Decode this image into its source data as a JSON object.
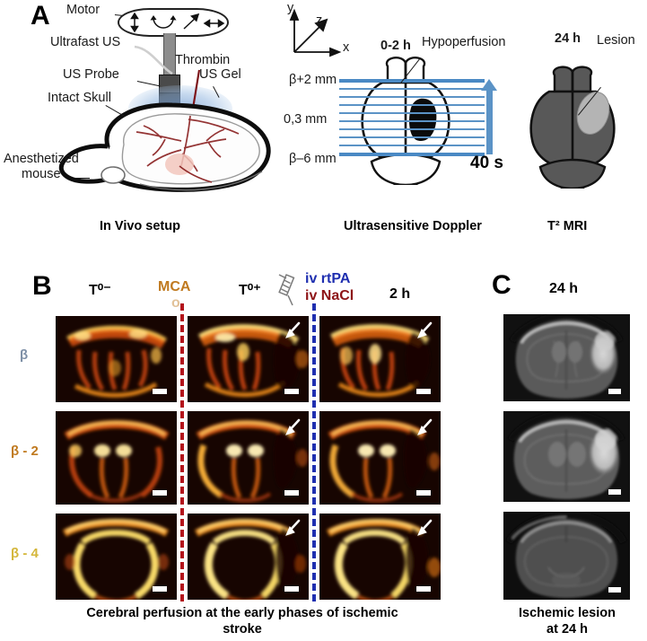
{
  "figure": {
    "panels": [
      {
        "letter": "A"
      },
      {
        "letter": "B"
      },
      {
        "letter": "C"
      }
    ]
  },
  "panelA": {
    "letter": "A",
    "setup": {
      "caption": "In Vivo setup",
      "labels": {
        "motor": "Motor",
        "ultrafast_us": "Ultrafast US",
        "us_probe": "US Probe",
        "intact_skull": "Intact Skull",
        "anesthetized_mouse_line1": "Anesthetized",
        "anesthetized_mouse_line2": "mouse",
        "thrombin": "Thrombin",
        "us_gel": "US Gel"
      },
      "motor_icons": [
        "up-down-arrow-icon",
        "rotation-arc-icon",
        "diagonal-arrow-icon",
        "left-right-arrow-icon"
      ]
    },
    "doppler": {
      "caption": "Ultrasensitive Doppler",
      "time_label": "0-2 h",
      "hypoperfusion_label": "Hypoperfusion",
      "top_depth": "β+2 mm",
      "step": "0,3 mm",
      "bottom_depth": "β–6 mm",
      "duration": "40 s",
      "axes": {
        "y": "y",
        "z": "z",
        "x": "x"
      }
    },
    "mri": {
      "caption": "T² MRI",
      "time_label": "24 h",
      "lesion_label": "Lesion"
    }
  },
  "panelB": {
    "letter": "B",
    "column_headers": [
      "T⁰⁻",
      "MCA",
      "T⁰⁺",
      "2 h"
    ],
    "mca_sub": "o",
    "injection": {
      "icon": "syringe-icon",
      "line1": "iv rtPA",
      "line2": "iv NaCl",
      "line1_color": "#1f2fb0",
      "line2_color": "#8d1316"
    },
    "row_labels": [
      {
        "text": "β",
        "color": "#7d8fa6"
      },
      {
        "text": "β - 2",
        "color": "#c07a20"
      },
      {
        "text": "β - 4",
        "color": "#d4b63a"
      }
    ],
    "dividers": [
      {
        "name": "mca-occlusion-divider",
        "color": "#b3141b"
      },
      {
        "name": "treatment-divider",
        "color": "#1f2fb0"
      }
    ],
    "arrow_label": "hypoperfusion-arrow",
    "scalebar_label": "scale-bar",
    "caption_line1": "Cerebral perfusion at the early phases of ischemic",
    "caption_line2": "stroke"
  },
  "panelC": {
    "letter": "C",
    "column_header": "24 h",
    "caption_line1": "Ischemic lesion",
    "caption_line2": "at 24 h",
    "rows": 3
  },
  "chart_data": {
    "type": "table",
    "title": "Ultrasensitive Doppler imaging of cerebral perfusion in ischemic stroke",
    "grid_rows": [
      "β",
      "β - 2",
      "β - 4"
    ],
    "grid_columns": [
      "T⁰⁻",
      "T⁰⁺",
      "2 h"
    ],
    "doppler_panel_count": 9,
    "mri_panel_count": 3,
    "annotations": [
      "MCAo occlusion between column 1 and column 2",
      "iv rtPA / iv NaCl injection between column 2 and column 3",
      "white arrows mark hypoperfused cortical territory in columns 2 and 3"
    ]
  }
}
